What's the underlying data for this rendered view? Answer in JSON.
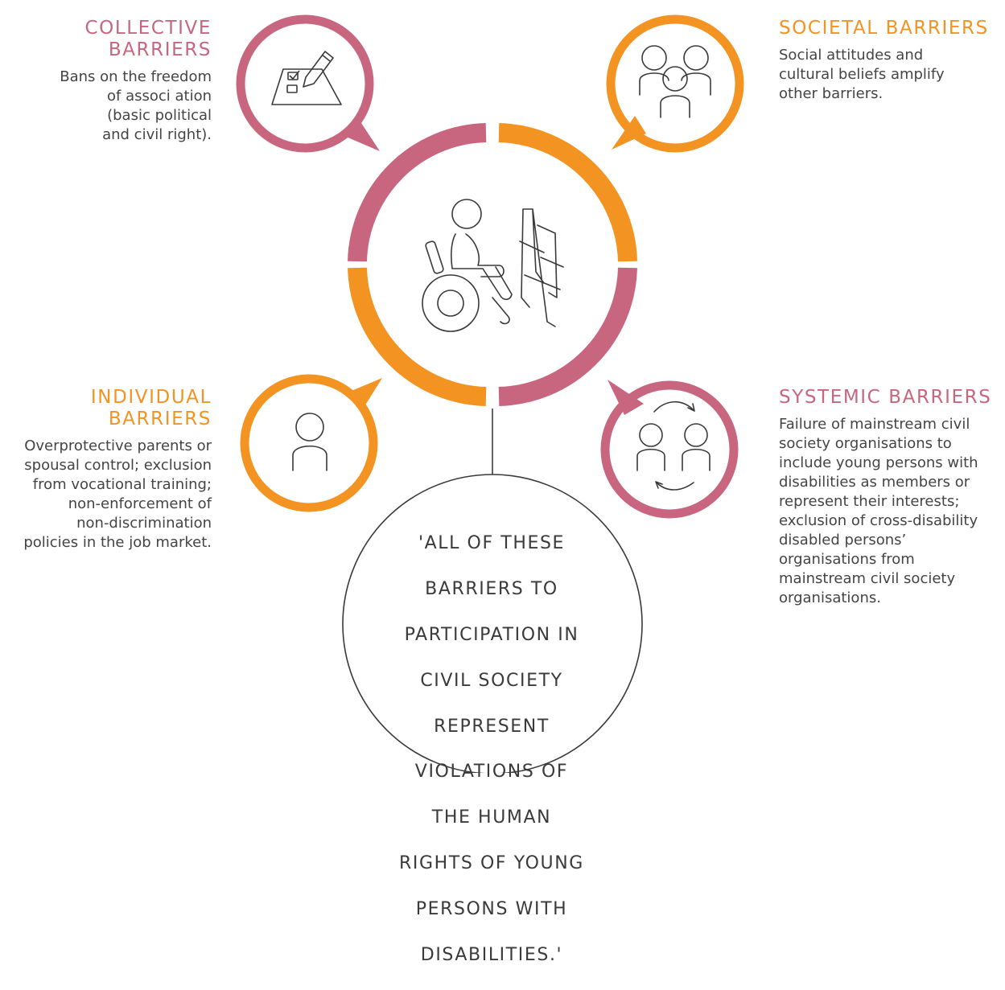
{
  "colors": {
    "pink": "#c8667f",
    "orange": "#f39322",
    "ink": "#3a3a3a"
  },
  "barriers": {
    "collective": {
      "heading": [
        "COLLECTIVE",
        "BARRIERS"
      ],
      "description": [
        "Bans on the freedom",
        "of associ ation",
        "(basic political",
        "and civil right)."
      ],
      "color": "#c8667f",
      "icon": "ballot-checklist-icon"
    },
    "societal": {
      "heading": [
        "SOCIETAL BARRIERS"
      ],
      "description": [
        "Social attitudes and",
        "cultural beliefs amplify",
        "other barriers."
      ],
      "color": "#f39322",
      "icon": "group-people-icon"
    },
    "individual": {
      "heading": [
        "INDIVIDUAL",
        "BARRIERS"
      ],
      "description": [
        "Overprotective parents or",
        "spousal control; exclusion",
        "from vocational training;",
        "non-enforcement of",
        "non-discrimination",
        "policies in the job market."
      ],
      "color": "#f39322",
      "icon": "single-person-icon"
    },
    "systemic": {
      "heading": [
        "SYSTEMIC BARRIERS"
      ],
      "description": [
        "Failure of mainstream civil",
        "society organisations to",
        "include young persons with",
        "disabilities as members or",
        "represent their interests;",
        "exclusion of cross-disability",
        "disabled persons’",
        "organisations from",
        "mainstream civil society",
        "organisations."
      ],
      "color": "#c8667f",
      "icon": "cycle-people-icon"
    }
  },
  "center": {
    "icon": "wheelchair-user-barrier-icon",
    "ring_colors": [
      "#c8667f",
      "#f39322",
      "#c8667f",
      "#f39322"
    ]
  },
  "quote": {
    "lines": [
      "'ALL OF THESE",
      "BARRIERS TO",
      "PARTICIPATION IN",
      "CIVIL SOCIETY",
      "REPRESENT",
      "VIOLATIONS OF",
      "THE HUMAN",
      "RIGHTS OF YOUNG",
      "PERSONS WITH",
      "DISABILITIES.'"
    ]
  }
}
